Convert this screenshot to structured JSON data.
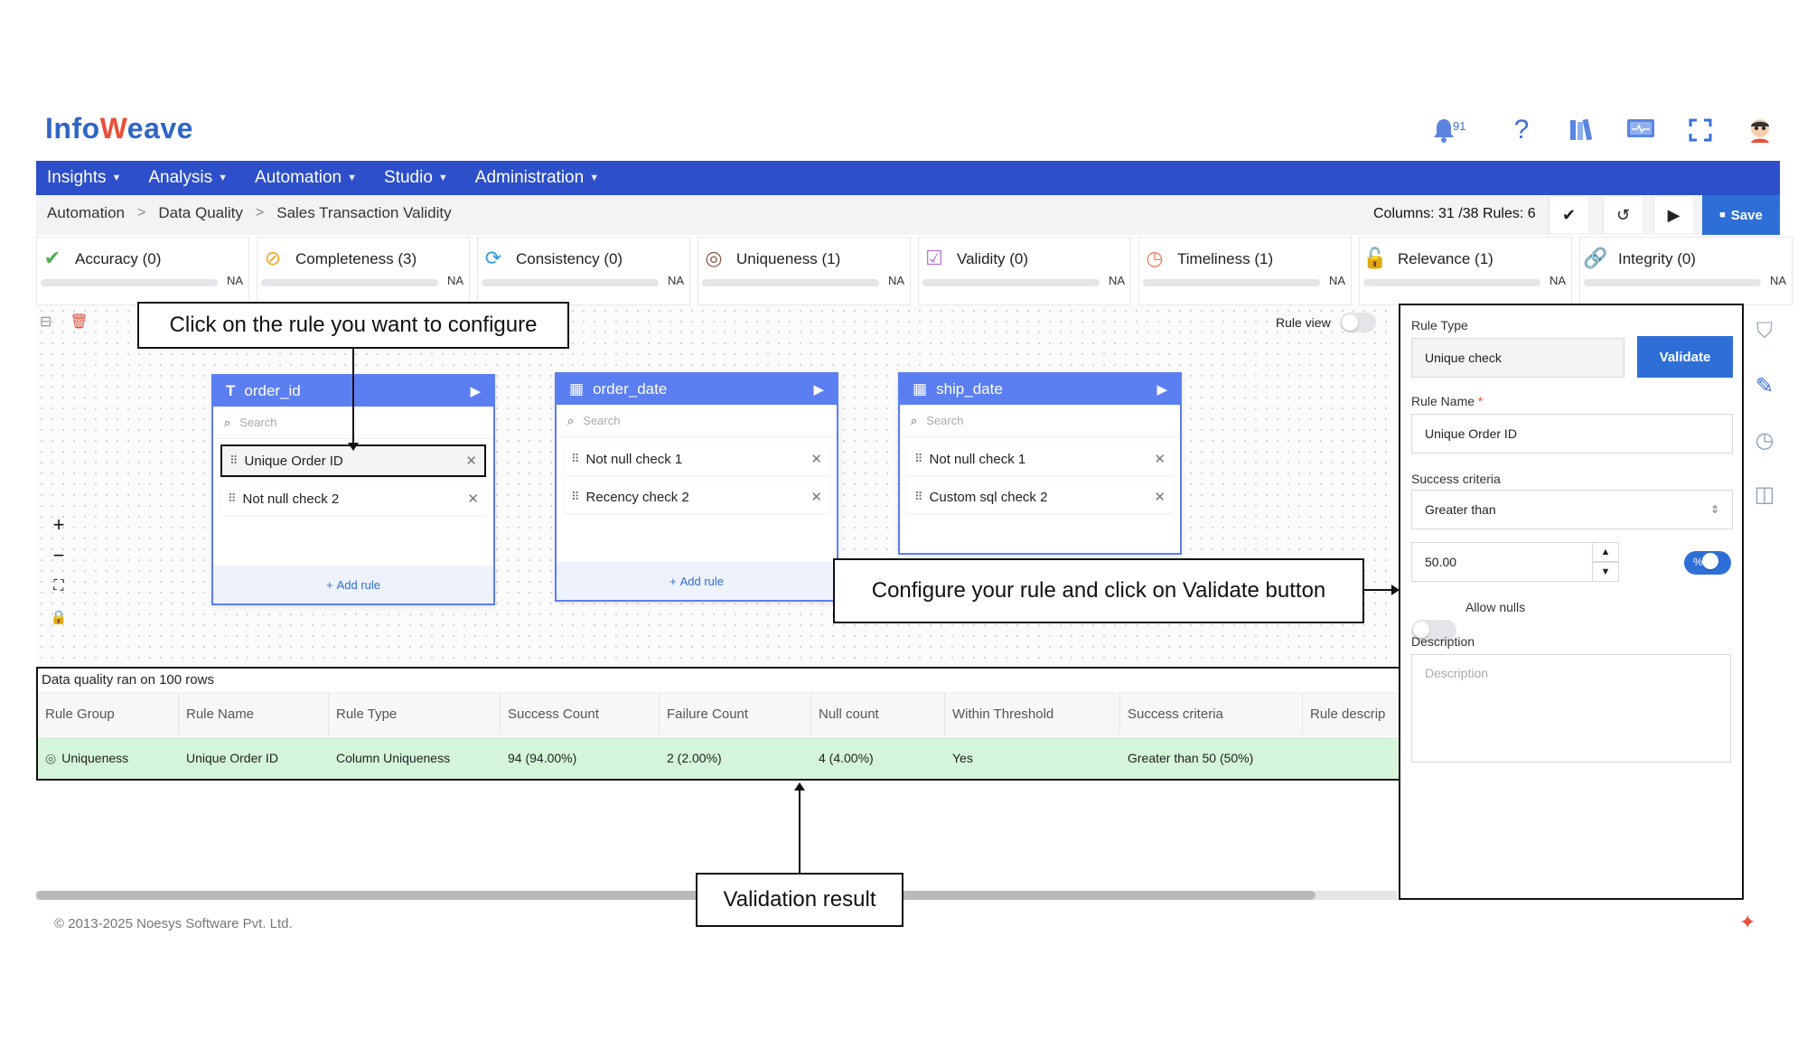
{
  "logo": {
    "text_before": "Info",
    "text_mark": "W",
    "text_after": "eave"
  },
  "header": {
    "notification_count": "91"
  },
  "nav": [
    "Insights",
    "Analysis",
    "Automation",
    "Studio",
    "Administration"
  ],
  "breadcrumb": [
    "Automation",
    "Data Quality",
    "Sales Transaction Validity"
  ],
  "toolbar": {
    "columns_info": "Columns: 31 /38  Rules: 6",
    "save_label": "Save"
  },
  "categories": [
    {
      "label": "Accuracy (0)",
      "na": "NA",
      "icon": "check-circle-icon",
      "color": "#4caf50"
    },
    {
      "label": "Completeness (3)",
      "na": "NA",
      "icon": "slash-circle-icon",
      "color": "#f5a623"
    },
    {
      "label": "Consistency (0)",
      "na": "NA",
      "icon": "refresh-icon",
      "color": "#2d9cdb"
    },
    {
      "label": "Uniqueness (1)",
      "na": "NA",
      "icon": "fingerprint-icon",
      "color": "#8a5a44"
    },
    {
      "label": "Validity (0)",
      "na": "NA",
      "icon": "check-square-icon",
      "color": "#b36bd9"
    },
    {
      "label": "Timeliness (1)",
      "na": "NA",
      "icon": "clock-icon",
      "color": "#f0785a"
    },
    {
      "label": "Relevance (1)",
      "na": "NA",
      "icon": "lock-open-icon",
      "color": "#4a5a6a"
    },
    {
      "label": "Integrity (0)",
      "na": "NA",
      "icon": "link-icon",
      "color": "#3a6fd6"
    }
  ],
  "canvas": {
    "rule_view_label": "Rule view"
  },
  "cards": [
    {
      "title": "order_id",
      "type_icon": "T",
      "search_placeholder": "Search",
      "add_rule": "Add rule",
      "rules": [
        "Unique Order ID",
        "Not null check 2"
      ]
    },
    {
      "title": "order_date",
      "type_icon": "calendar",
      "search_placeholder": "Search",
      "add_rule": "Add rule",
      "rules": [
        "Not null check 1",
        "Recency check 2"
      ]
    },
    {
      "title": "ship_date",
      "type_icon": "calendar",
      "search_placeholder": "Search",
      "add_rule": "",
      "rules": [
        "Not null check 1",
        "Custom sql check 2"
      ]
    }
  ],
  "results": {
    "title": "Data quality ran on 100 rows",
    "columns": [
      "Rule Group",
      "Rule Name",
      "Rule Type",
      "Success Count",
      "Failure Count",
      "Null count",
      "Within Threshold",
      "Success criteria",
      "Rule descrip"
    ],
    "row": [
      "Uniqueness",
      "Unique Order ID",
      "Column Uniqueness",
      "94 (94.00%)",
      "2 (2.00%)",
      "4 (4.00%)",
      "Yes",
      "Greater than 50 (50%)",
      ""
    ]
  },
  "panel": {
    "rule_type_label": "Rule Type",
    "rule_type_value": "Unique check",
    "validate_label": "Validate",
    "rule_name_label": "Rule Name",
    "rule_name_required": "*",
    "rule_name_value": "Unique Order ID",
    "success_label": "Success criteria",
    "success_value": "Greater than",
    "threshold_value": "50.00",
    "percent_symbol": "%",
    "allow_nulls_label": "Allow nulls",
    "description_label": "Description",
    "description_placeholder": "Description"
  },
  "callouts": {
    "configure_rule": "Click on the rule you want to configure",
    "validate_rule": "Configure your rule and click on Validate button",
    "validation_result": "Validation result"
  },
  "footer": {
    "copyright": "© 2013-2025 Noesys Software Pvt. Ltd."
  }
}
